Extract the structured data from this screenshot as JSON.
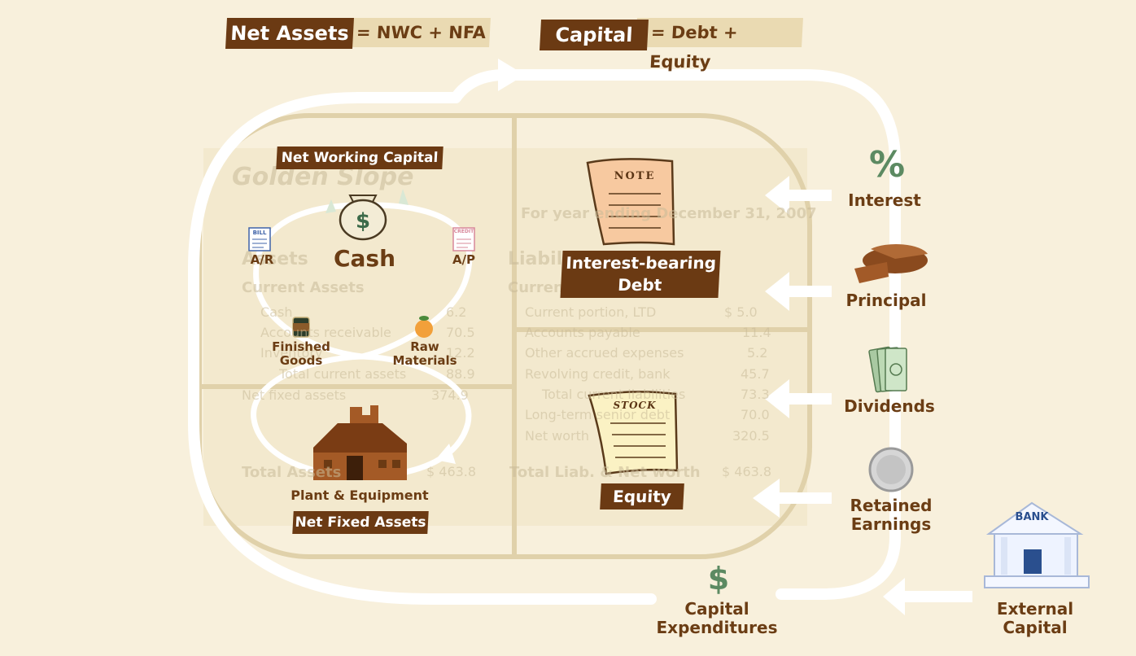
{
  "header": {
    "net_assets_title": "Net Assets",
    "net_assets_formula": "= NWC + NFA",
    "capital_title": "Capital",
    "capital_formula": "= Debt + Equity"
  },
  "balance_sheet": {
    "company": "Golden Slope",
    "period": "For year ending December 31, 2007",
    "assets_heading": "Assets",
    "current_assets_heading": "Current Assets",
    "cash": "Cash",
    "cash_val": "6.2",
    "accounts_receivable": "Accounts receivable",
    "ar_val": "70.5",
    "inventory": "Inventory",
    "inv_val": "12.2",
    "total_current_assets": "Total current assets",
    "tca_val": "88.9",
    "net_fixed_assets": "Net fixed assets",
    "nfa_val": "374.9",
    "total_assets": "Total Assets",
    "ta_val": "$ 463.8",
    "liabilities_heading": "Liabilities & Equity",
    "current_liabilities_heading": "Current Liabilities",
    "current_portion_ltd": "Current portion, LTD",
    "cpltd_val": "$ 5.0",
    "accounts_payable": "Accounts payable",
    "ap_val": "11.4",
    "other_accrued": "Other accrued expenses",
    "oa_val": "5.2",
    "revolving_credit": "Revolving credit, bank",
    "rc_val": "45.7",
    "total_current_liabilities": "Total current liabilities",
    "tcl_val": "73.3",
    "long_term_debt": "Long-term senior debt",
    "ltd_val": "70.0",
    "net_worth": "Net worth",
    "nw_val": "320.5",
    "total_liab": "Total Liab. & Net worth",
    "tl_val": "$ 463.8"
  },
  "left": {
    "nwc_banner": "Net Working Capital",
    "cash": "Cash",
    "ar": "A/R",
    "ap": "A/P",
    "bill_tag": "BILL",
    "credit_tag": "CREDIT",
    "finished_goods": "Finished Goods",
    "raw_materials": "Raw Materials",
    "plant_equipment": "Plant & Equipment",
    "nfa_banner": "Net Fixed Assets"
  },
  "right": {
    "note_tag": "NOTE",
    "debt_banner": "Interest-bearing Debt",
    "stock_tag": "STOCK",
    "equity_banner": "Equity"
  },
  "flows": {
    "interest": "Interest",
    "principal": "Principal",
    "dividends": "Dividends",
    "retained_earnings": "Retained Earnings",
    "capital_expenditures": "Capital Expenditures",
    "external_capital": "External Capital",
    "bank_sign": "BANK",
    "percent_symbol": "%",
    "dollar_symbol": "$"
  },
  "colors": {
    "background": "#f8f0dc",
    "banner": "#6b3a13",
    "label": "#6b3d14",
    "green_icon": "#5c8a62",
    "flow_path": "#ffffff"
  },
  "icons": [
    "money-bag-icon",
    "bill-icon",
    "credit-icon",
    "can-icon",
    "peach-icon",
    "factory-icon",
    "note-icon",
    "stock-certificate-icon",
    "percent-icon",
    "pie-chart-icon",
    "cash-stack-icon",
    "coin-icon",
    "bank-icon",
    "dollar-icon"
  ]
}
